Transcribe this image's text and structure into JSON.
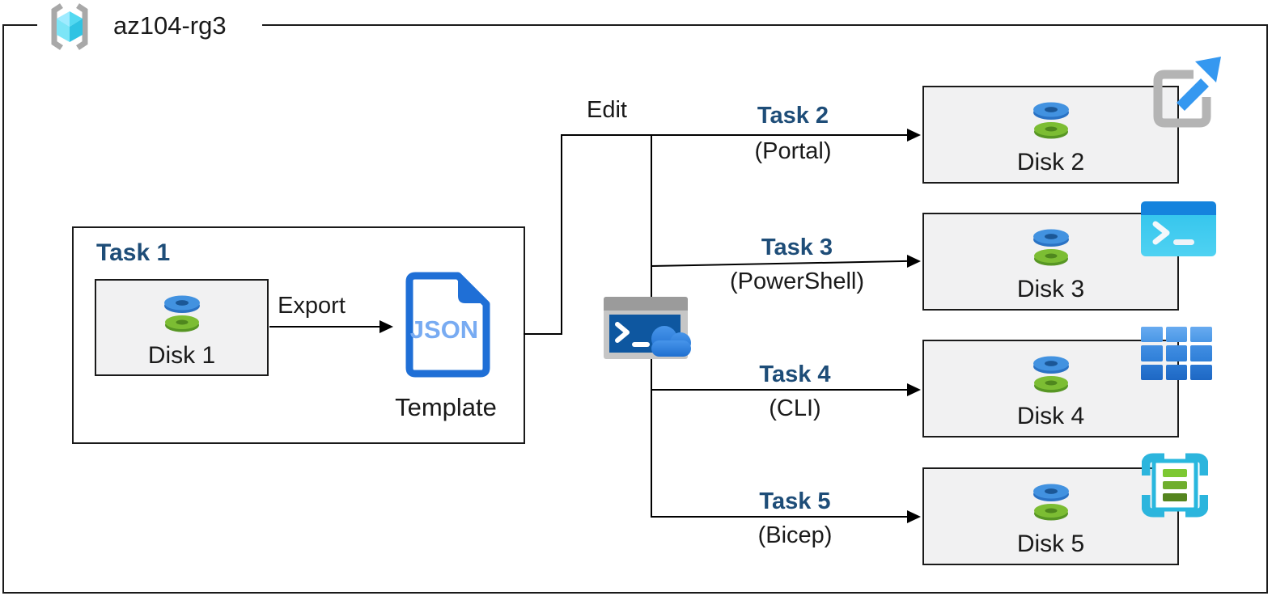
{
  "resource_group": {
    "name": "az104-rg3",
    "icon": "azure-resource-group-icon"
  },
  "labels": {
    "edit": "Edit",
    "export": "Export",
    "template_caption": "Template",
    "template_file_type": "JSON"
  },
  "source": {
    "task_title": "Task 1",
    "disk_label": "Disk 1",
    "disk_icon": "managed-disk-icon"
  },
  "branches": [
    {
      "task_title": "Task 2",
      "method": "(Portal)",
      "disk_label": "Disk 2",
      "corner_icon": "portal-launch-icon"
    },
    {
      "task_title": "Task 3",
      "method": "(PowerShell)",
      "disk_label": "Disk 3",
      "corner_icon": "powershell-icon"
    },
    {
      "task_title": "Task 4",
      "method": "(CLI)",
      "disk_label": "Disk 4",
      "corner_icon": "cli-grid-icon"
    },
    {
      "task_title": "Task 5",
      "method": "(Bicep)",
      "disk_label": "Disk 5",
      "corner_icon": "bicep-template-icon"
    }
  ],
  "middle_icon": "cloud-shell-icon",
  "colors": {
    "task_title_navy": "#1e4d78",
    "text_black": "#1a1a1a",
    "node_fill": "#f1f1f2",
    "disk_blue": "#4292e0",
    "disk_green": "#7cbd33",
    "json_doc_blue": "#1f6fd6",
    "json_text_blue": "#78abf2",
    "powershell_cyan": "#38c6ee",
    "portal_arrow_blue": "#3598f0",
    "bicep_cyan": "#2cb5dd",
    "bracket_gray": "#a8a8a8"
  }
}
